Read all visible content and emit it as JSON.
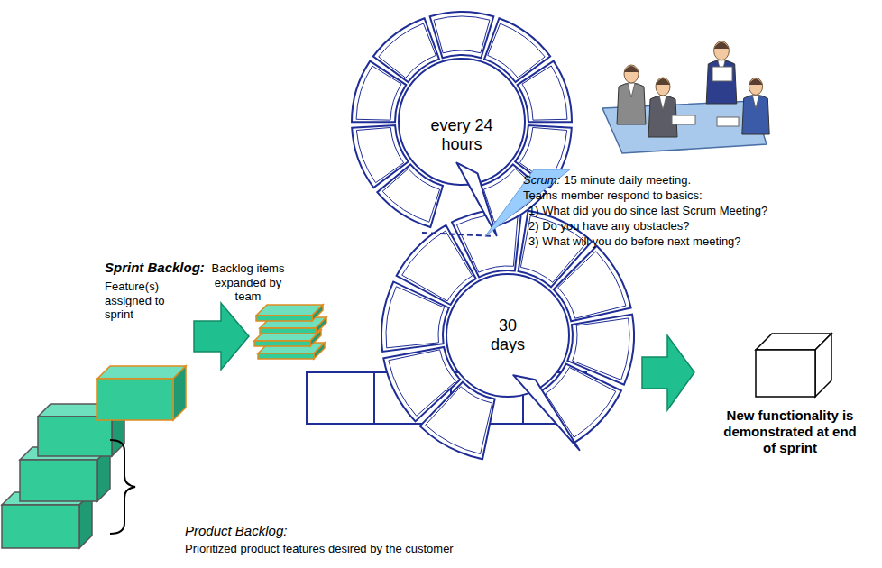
{
  "diagram": {
    "nodes": [
      {
        "text": [
          "every 24 hours"
        ]
      },
      {
        "text": [
          "30 days"
        ]
      }
    ],
    "labels": [
      "Scrum:",
      "15 minute daily meeting.",
      "Teams member respond to basics:",
      "1) What did you do since last Scrum Meeting?",
      "2) Do you have any obstacles?",
      "3) What will you do before next meeting?",
      "Sprint Backlog:",
      "Backlog items expanded by team",
      "Feature(s) assigned to sprint",
      "Product Backlog:",
      "Prioritized product features desired by the customer",
      "New functionality is demonstrated at end of sprint"
    ]
  }
}
